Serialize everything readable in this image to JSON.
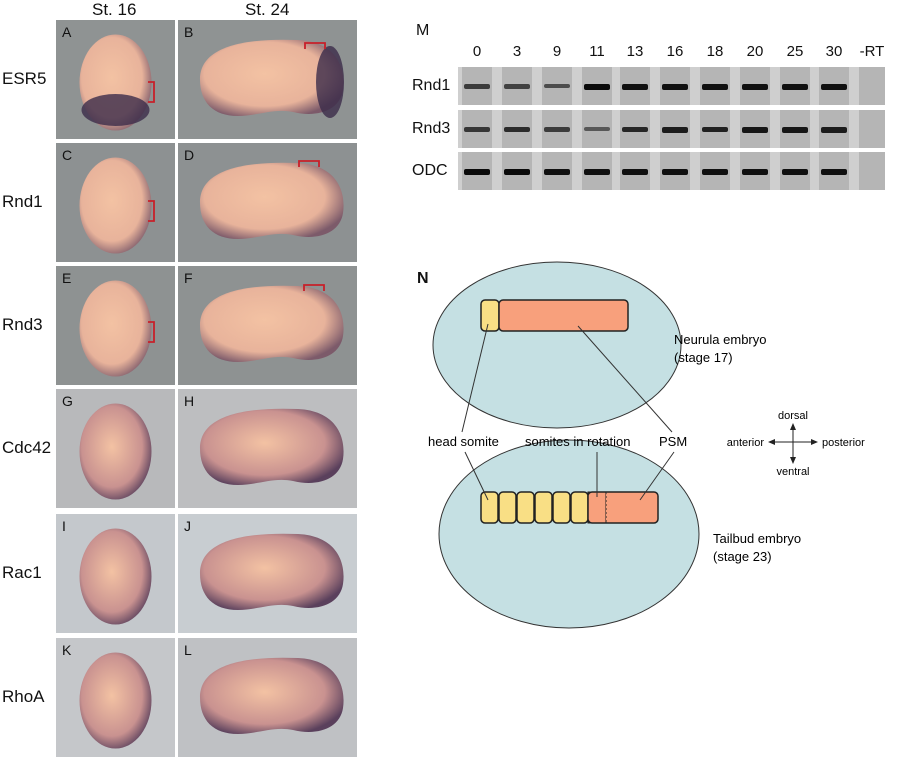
{
  "columns": [
    "St. 16",
    "St. 24"
  ],
  "rows": [
    {
      "gene": "ESR5",
      "panels": [
        "A",
        "B"
      ],
      "bracket": true
    },
    {
      "gene": "Rnd1",
      "panels": [
        "C",
        "D"
      ],
      "bracket": true
    },
    {
      "gene": "Rnd3",
      "panels": [
        "E",
        "F"
      ],
      "bracket": true
    },
    {
      "gene": "Cdc42",
      "panels": [
        "G",
        "H"
      ],
      "bracket": false
    },
    {
      "gene": "Rac1",
      "panels": [
        "I",
        "J"
      ],
      "bracket": false
    },
    {
      "gene": "RhoA",
      "panels": [
        "K",
        "L"
      ],
      "bracket": false
    }
  ],
  "gel": {
    "panel_letter": "M",
    "lanes": [
      "0",
      "3",
      "9",
      "11",
      "13",
      "16",
      "18",
      "20",
      "25",
      "30",
      "-RT"
    ],
    "rows": [
      {
        "label": "Rnd1",
        "intensity": [
          0.55,
          0.5,
          0.4,
          1.0,
          0.95,
          0.95,
          0.95,
          0.95,
          0.95,
          0.95,
          0
        ]
      },
      {
        "label": "Rnd3",
        "intensity": [
          0.6,
          0.7,
          0.55,
          0.3,
          0.75,
          0.85,
          0.8,
          0.9,
          0.9,
          0.85,
          0
        ]
      },
      {
        "label": "ODC",
        "intensity": [
          1.0,
          1.0,
          0.95,
          0.95,
          0.95,
          0.95,
          0.95,
          0.95,
          0.95,
          0.95,
          0
        ]
      }
    ]
  },
  "diagram": {
    "panel_letter": "N",
    "neurula_label": "Neurula embryo",
    "neurula_stage": "(stage 17)",
    "tailbud_label": "Tailbud embryo",
    "tailbud_stage": "(stage 23)",
    "head_somite": "head somite",
    "somites_rotation": "somites in rotation",
    "psm": "PSM",
    "axes": {
      "dorsal": "dorsal",
      "ventral": "ventral",
      "anterior": "anterior",
      "posterior": "posterior"
    },
    "colors": {
      "embryo": "#c5e0e3",
      "somite": "#f9df85",
      "psm": "#f8a07c",
      "bracket": "#c8202a"
    }
  }
}
